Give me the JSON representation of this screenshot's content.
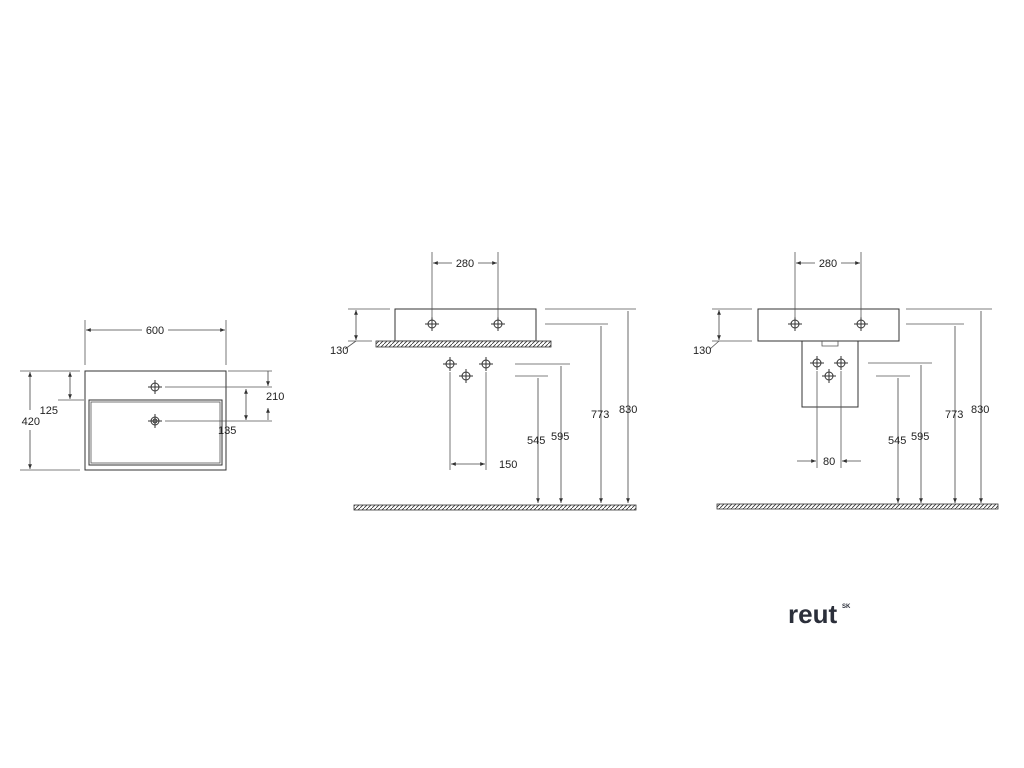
{
  "views": {
    "top": {
      "width": "600",
      "depth": "420",
      "front_to_tap": "125",
      "tap_to_drain": "210",
      "drain_offset": "135"
    },
    "side_wall": {
      "fixing_distance": "280",
      "basin_height": "130",
      "waste_height": "545",
      "supply_height": "595",
      "fixing_height": "773",
      "rim_height": "830",
      "supply_spacing": "150"
    },
    "side_pedestal": {
      "fixing_distance": "280",
      "basin_height": "130",
      "waste_height": "545",
      "supply_height": "595",
      "fixing_height": "773",
      "rim_height": "830",
      "supply_spacing": "80"
    }
  },
  "logo": {
    "text": "reut",
    "superscript": "SK",
    "color": "#2b2f3a"
  }
}
